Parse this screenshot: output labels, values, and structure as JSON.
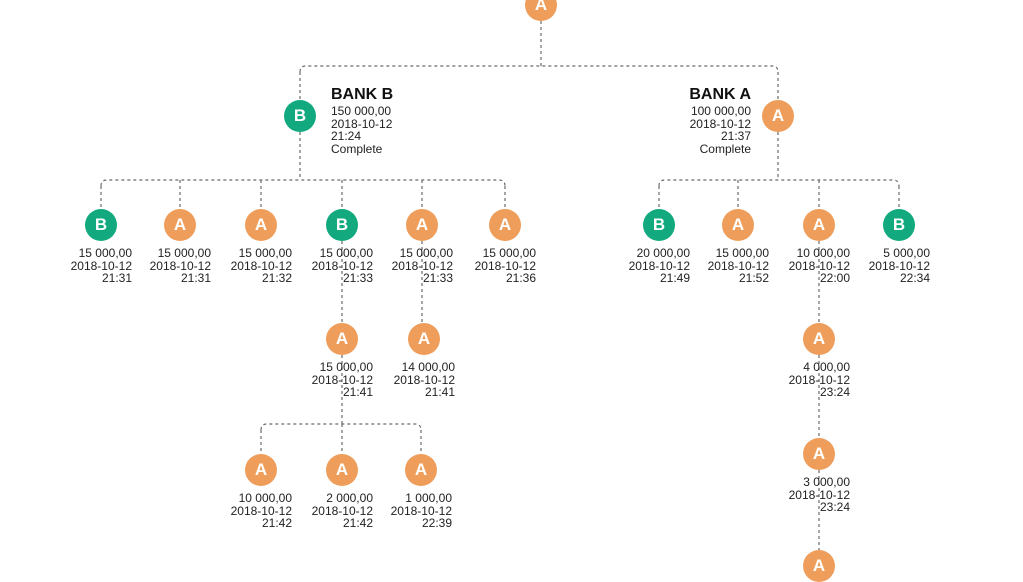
{
  "colors": {
    "A": "#ee9e5a",
    "B": "#12a97e",
    "edge": "#6a6a6a"
  },
  "nodes": [
    {
      "id": "root",
      "type": "A",
      "letter": "A",
      "lines": []
    },
    {
      "id": "bankB",
      "type": "B",
      "letter": "B",
      "bank": "BANK B",
      "lines": [
        "150 000,00",
        "2018-10-12",
        "21:24",
        "Complete"
      ]
    },
    {
      "id": "bankA",
      "type": "A",
      "letter": "A",
      "bank": "BANK A",
      "lines": [
        "100 000,00",
        "2018-10-12",
        "21:37",
        "Complete"
      ]
    },
    {
      "id": "b1",
      "type": "B",
      "letter": "B",
      "lines": [
        "15 000,00",
        "2018-10-12",
        "21:31"
      ]
    },
    {
      "id": "b2",
      "type": "A",
      "letter": "A",
      "lines": [
        "15 000,00",
        "2018-10-12",
        "21:31"
      ]
    },
    {
      "id": "b3",
      "type": "A",
      "letter": "A",
      "lines": [
        "15 000,00",
        "2018-10-12",
        "21:32"
      ]
    },
    {
      "id": "b4",
      "type": "B",
      "letter": "B",
      "lines": [
        "15 000,00",
        "2018-10-12",
        "21:33"
      ]
    },
    {
      "id": "b5",
      "type": "A",
      "letter": "A",
      "lines": [
        "15 000,00",
        "2018-10-12",
        "21:33"
      ]
    },
    {
      "id": "b6",
      "type": "A",
      "letter": "A",
      "lines": [
        "15 000,00",
        "2018-10-12",
        "21:36"
      ]
    },
    {
      "id": "a1",
      "type": "B",
      "letter": "B",
      "lines": [
        "20 000,00",
        "2018-10-12",
        "21:49"
      ]
    },
    {
      "id": "a2",
      "type": "A",
      "letter": "A",
      "lines": [
        "15 000,00",
        "2018-10-12",
        "21:52"
      ]
    },
    {
      "id": "a3",
      "type": "A",
      "letter": "A",
      "lines": [
        "10 000,00",
        "2018-10-12",
        "22:00"
      ]
    },
    {
      "id": "a4",
      "type": "B",
      "letter": "B",
      "lines": [
        "5 000,00",
        "2018-10-12",
        "22:34"
      ]
    },
    {
      "id": "b4c",
      "type": "A",
      "letter": "A",
      "lines": [
        "15 000,00",
        "2018-10-12",
        "21:41"
      ]
    },
    {
      "id": "b5c",
      "type": "A",
      "letter": "A",
      "lines": [
        "14 000,00",
        "2018-10-12",
        "21:41"
      ]
    },
    {
      "id": "g1",
      "type": "A",
      "letter": "A",
      "lines": [
        "10 000,00",
        "2018-10-12",
        "21:42"
      ]
    },
    {
      "id": "g2",
      "type": "A",
      "letter": "A",
      "lines": [
        "2 000,00",
        "2018-10-12",
        "21:42"
      ]
    },
    {
      "id": "g3",
      "type": "A",
      "letter": "A",
      "lines": [
        "1 000,00",
        "2018-10-12",
        "22:39"
      ]
    },
    {
      "id": "a3c1",
      "type": "A",
      "letter": "A",
      "lines": [
        "4 000,00",
        "2018-10-12",
        "23:24"
      ]
    },
    {
      "id": "a3c2",
      "type": "A",
      "letter": "A",
      "lines": [
        "3 000,00",
        "2018-10-12",
        "23:24"
      ]
    },
    {
      "id": "a3c3",
      "type": "A",
      "letter": "A",
      "lines": []
    }
  ],
  "edges": [
    [
      "root",
      "bankB"
    ],
    [
      "root",
      "bankA"
    ],
    [
      "bankB",
      "b1"
    ],
    [
      "bankB",
      "b2"
    ],
    [
      "bankB",
      "b3"
    ],
    [
      "bankB",
      "b4"
    ],
    [
      "bankB",
      "b5"
    ],
    [
      "bankB",
      "b6"
    ],
    [
      "bankA",
      "a1"
    ],
    [
      "bankA",
      "a2"
    ],
    [
      "bankA",
      "a3"
    ],
    [
      "bankA",
      "a4"
    ],
    [
      "b4",
      "b4c"
    ],
    [
      "b5",
      "b5c"
    ],
    [
      "b4c",
      "g1"
    ],
    [
      "b4c",
      "g2"
    ],
    [
      "b4c",
      "g3"
    ],
    [
      "a3",
      "a3c1"
    ],
    [
      "a3c1",
      "a3c2"
    ],
    [
      "a3c2",
      "a3c3"
    ]
  ]
}
